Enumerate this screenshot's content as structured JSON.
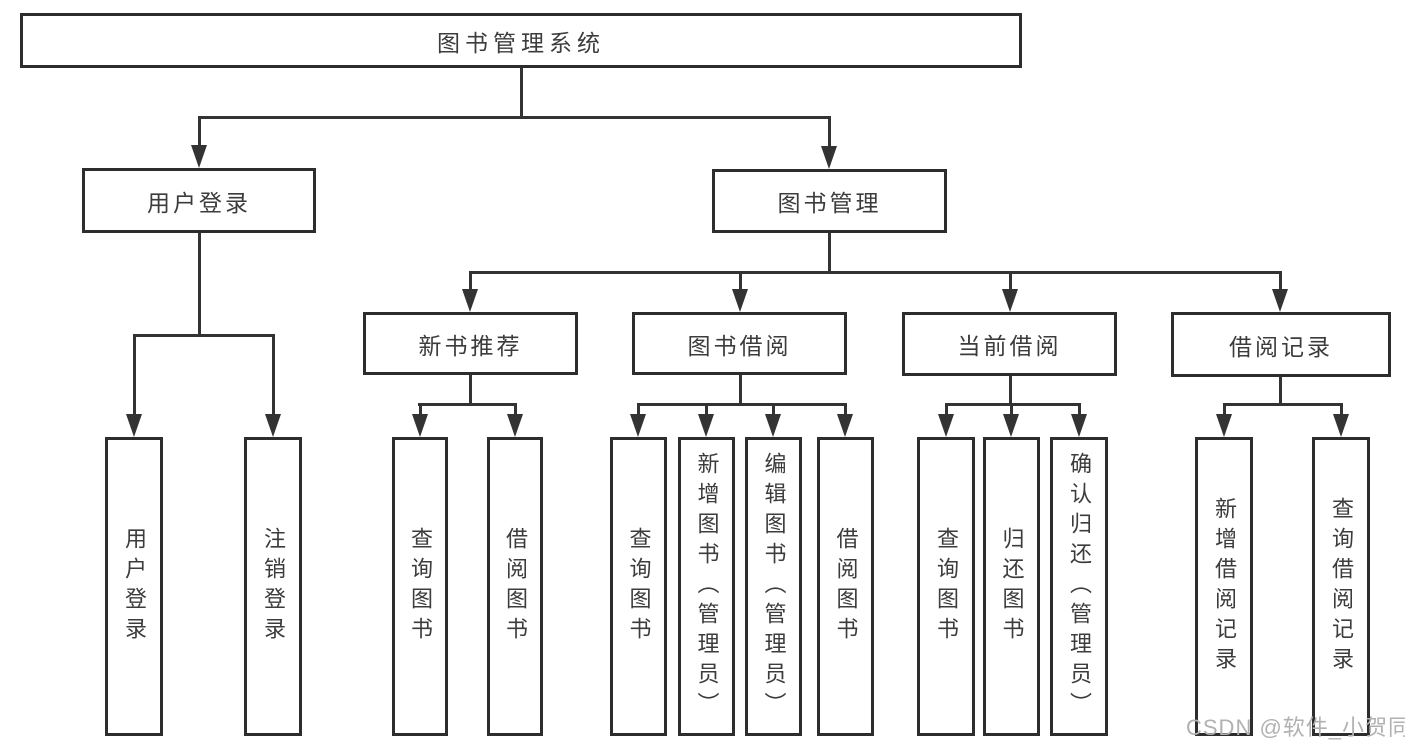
{
  "colors": {
    "line": "#333333",
    "box_border": "#2d2d2d",
    "box_background": "#ffffff",
    "text": "#3c3c3c",
    "watermark": "#b1b1b1"
  },
  "watermark": {
    "text": "CSDN @软件_小贺同学"
  },
  "tree": {
    "label": "图书管理系统",
    "children": [
      {
        "label": "用户登录",
        "children": [
          {
            "label": "用户登录"
          },
          {
            "label": "注销登录"
          }
        ]
      },
      {
        "label": "图书管理",
        "children": [
          {
            "label": "新书推荐",
            "children": [
              {
                "label": "查询图书"
              },
              {
                "label": "借阅图书"
              }
            ]
          },
          {
            "label": "图书借阅",
            "children": [
              {
                "label": "查询图书"
              },
              {
                "label": "新增图书（管理员）"
              },
              {
                "label": "编辑图书（管理员）"
              },
              {
                "label": "借阅图书"
              }
            ]
          },
          {
            "label": "当前借阅",
            "children": [
              {
                "label": "查询图书"
              },
              {
                "label": "归还图书"
              },
              {
                "label": "确认归还（管理员）"
              }
            ]
          },
          {
            "label": "借阅记录",
            "children": [
              {
                "label": "新增借阅记录"
              },
              {
                "label": "查询借阅记录"
              }
            ]
          }
        ]
      }
    ]
  }
}
